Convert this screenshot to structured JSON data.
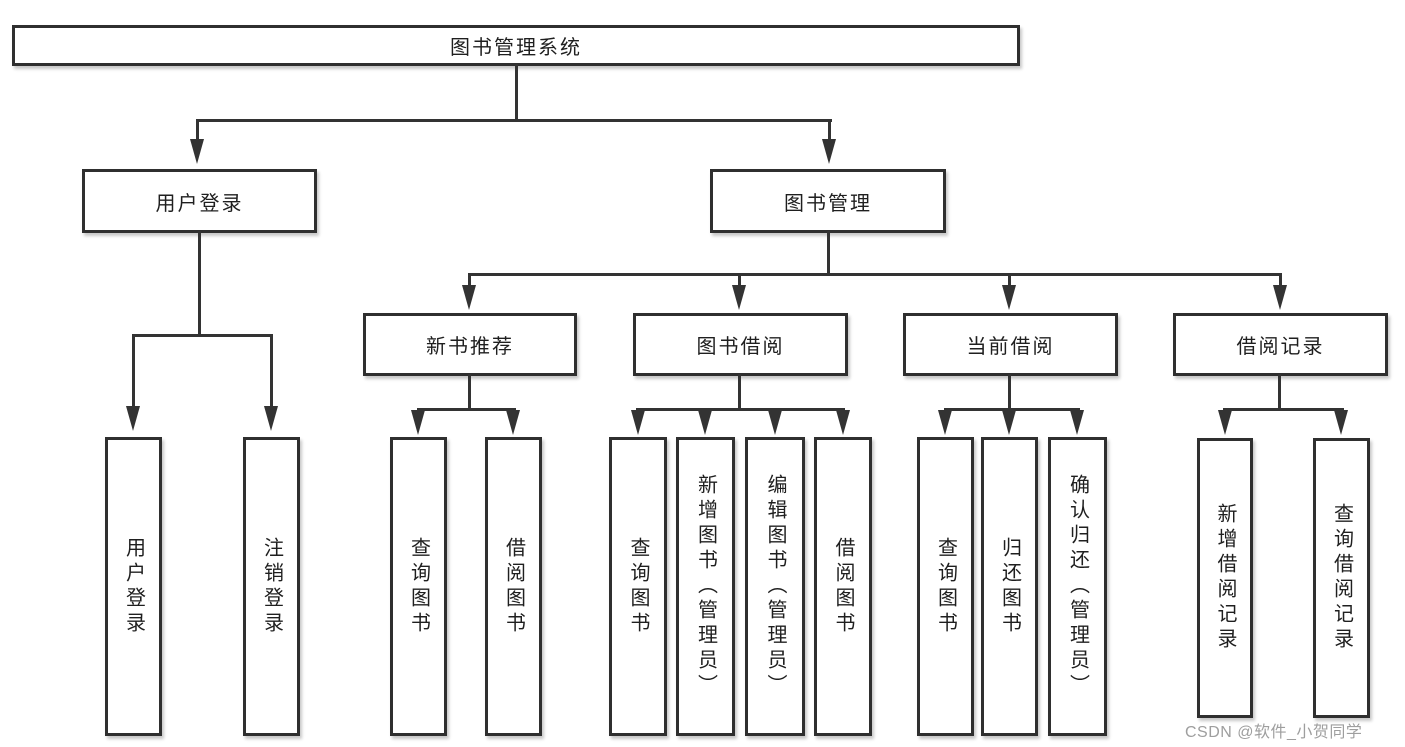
{
  "colors": {
    "line": "#333333",
    "border": "#2f2f2f",
    "text": "#1f1f1f",
    "watermark": "#9e9e9e",
    "background": "#ffffff"
  },
  "nodes": {
    "root": "图书管理系统",
    "user_login": "用户登录",
    "book_mgmt": "图书管理",
    "user_login_children": {
      "login": "用户登录",
      "logout": "注销登录"
    },
    "new_book": "新书推荐",
    "new_book_children": {
      "query_book": "查询图书",
      "borrow_book": "借阅图书"
    },
    "book_borrow": "图书借阅",
    "book_borrow_children": {
      "query_book": "查询图书",
      "add_book": "新增图书（管理员）",
      "edit_book": "编辑图书（管理员）",
      "borrow_book": "借阅图书"
    },
    "current_borrow": "当前借阅",
    "current_borrow_children": {
      "query_book": "查询图书",
      "return_book": "归还图书",
      "confirm_return": "确认归还（管理员）"
    },
    "borrow_record": "借阅记录",
    "borrow_record_children": {
      "add_record": "新增借阅记录",
      "query_record": "查询借阅记录"
    }
  },
  "watermark": "CSDN @软件_小贺同学"
}
